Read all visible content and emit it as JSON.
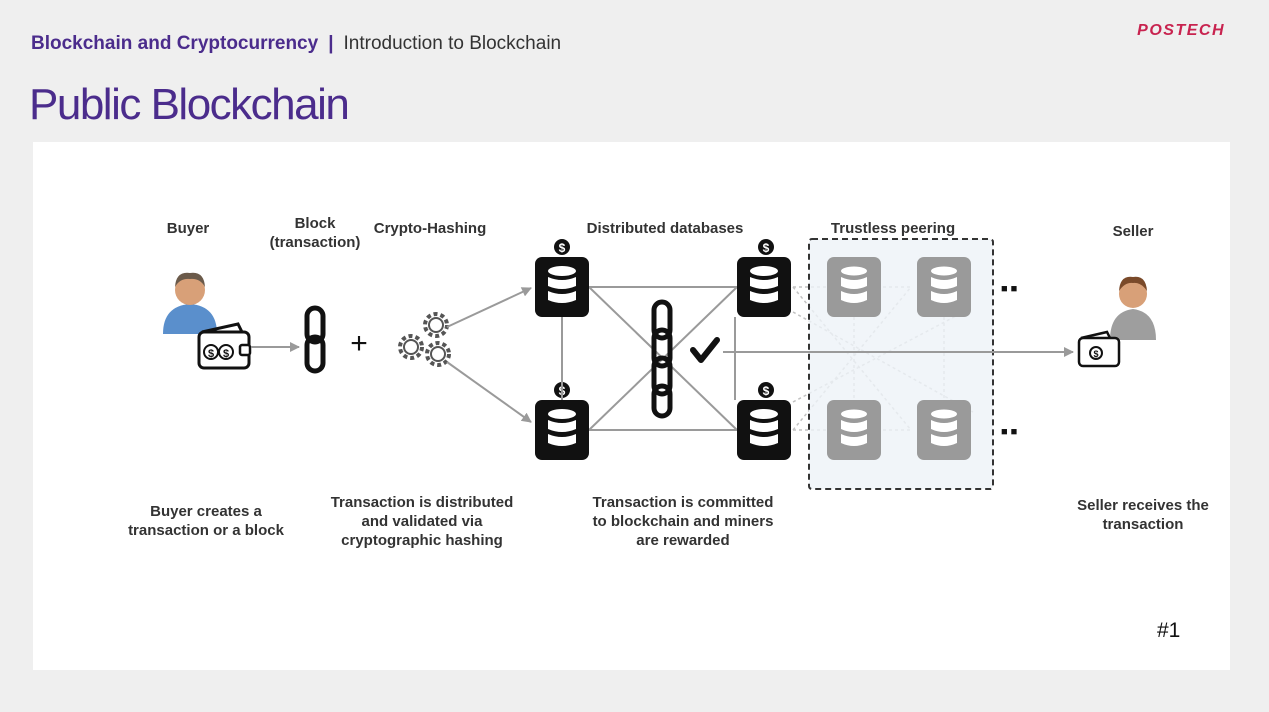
{
  "header": {
    "course": "Blockchain and Cryptocurrency",
    "separator": "|",
    "topic": "Introduction to Blockchain",
    "logo": "POSTECH"
  },
  "title": "Public Blockchain",
  "diagram": {
    "stage_labels": {
      "buyer": "Buyer",
      "block": "Block\n(transaction)",
      "crypto": "Crypto-Hashing",
      "distributed": "Distributed databases",
      "trustless": "Trustless peering",
      "seller": "Seller"
    },
    "captions": {
      "buyer": "Buyer creates a\ntransaction or a block",
      "distributed": "Transaction is distributed\nand validated via\ncryptographic hashing",
      "committed": "Transaction is committed\nto blockchain and miners\nare rewarded",
      "seller": "Seller receives the\ntransaction"
    },
    "symbols": {
      "plus": "+",
      "dollar": "$",
      "ellipsis": "■■"
    },
    "icons": [
      "person-icon",
      "wallet-icon",
      "chain-link-icon",
      "gears-icon",
      "database-icon",
      "checkmark-icon"
    ],
    "colors": {
      "accent": "#4b2c8c",
      "logo": "#c8234f",
      "peer_zone": "#eef3f8",
      "peer_db": "#9a9a9a"
    }
  },
  "slide_number": "#1"
}
